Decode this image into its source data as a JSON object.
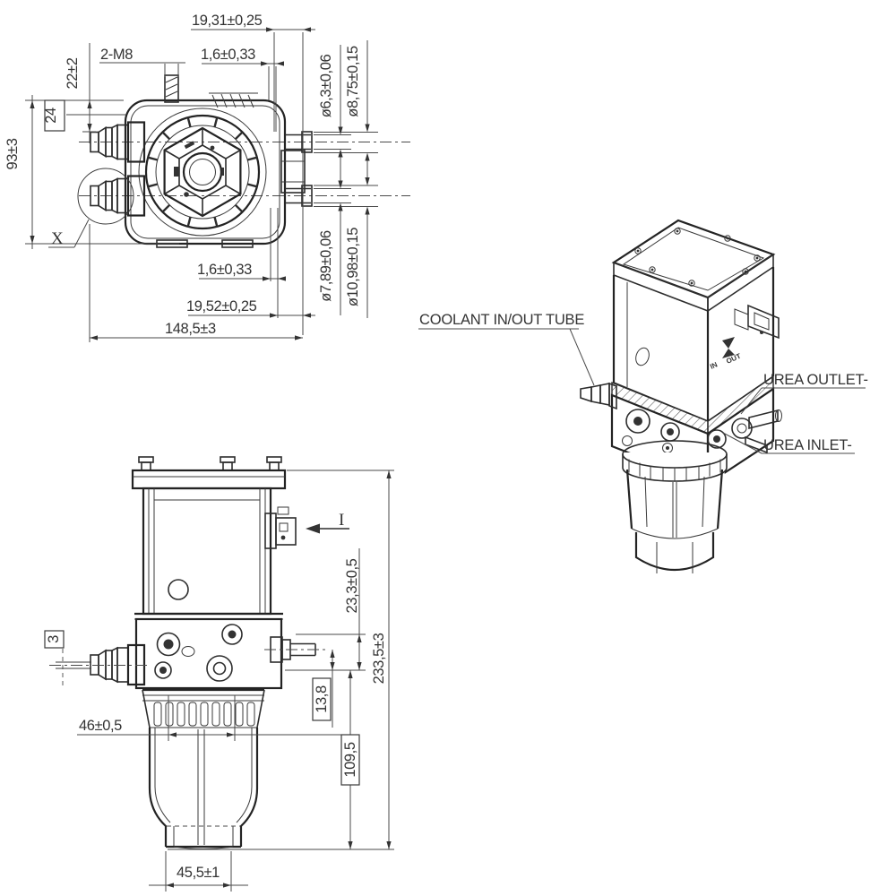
{
  "document": {
    "type": "technical-drawing",
    "background": "#ffffff",
    "line_color": "#2d2d2d"
  },
  "front_view": {
    "dim_width_top": "19,31±0,25",
    "bolt_spec": "2-M8",
    "dim_offset_top": "1,6±0,33",
    "dim_stud_height": "22±2",
    "dim_boxed_24": "24",
    "dim_height": "93±3",
    "detail_label": "X",
    "dim_offset_bottom": "1,6±0,33",
    "dim_width_bottom": "19,52±0,25",
    "dim_overall_width": "148,5±3",
    "dia_top_inner": "ø6,3±0,06",
    "dia_top_outer": "ø8,75±0,15",
    "dia_bottom_inner": "ø7,89±0,06",
    "dia_bottom_outer": "ø10,98±0,15"
  },
  "side_view": {
    "dim_boxed_3": "3",
    "view_arrow_label": "I",
    "dim_upper": "23,3±0,5",
    "dim_overall_height": "233,5±3",
    "dim_boxed_13_8": "13,8",
    "dim_boxed_109_5": "109,5",
    "dim_filter_width": "46±0,5",
    "dim_outlet_width": "45,5±1"
  },
  "iso_view": {
    "label_coolant": "COOLANT IN/OUT TUBE",
    "label_urea_outlet": "UREA OUTLET-",
    "label_urea_inlet": "UREA INLET-",
    "port_in": "IN",
    "port_out": "OUT"
  }
}
